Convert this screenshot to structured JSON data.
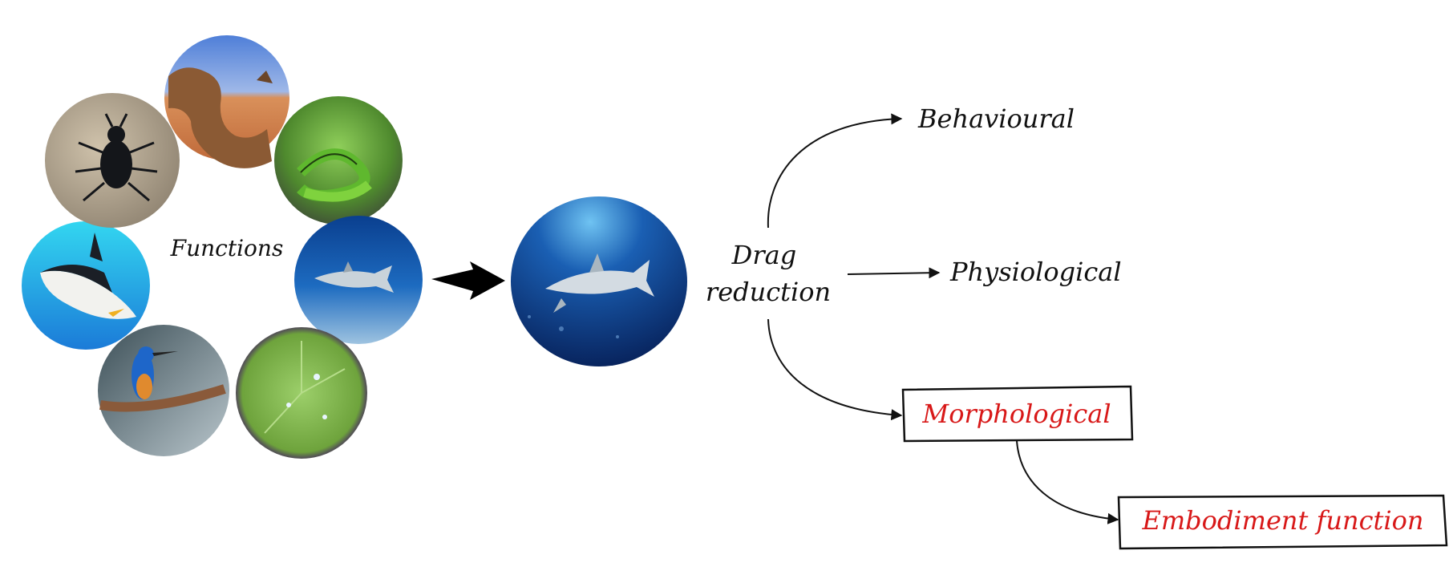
{
  "functions_label": "Functions",
  "center_image": {
    "icon": "shark-icon",
    "subject": "shark"
  },
  "organisms": [
    {
      "name": "camel",
      "icon": "camel-icon"
    },
    {
      "name": "snake",
      "icon": "snake-icon"
    },
    {
      "name": "shark",
      "icon": "shark-icon"
    },
    {
      "name": "lotus-leaf",
      "icon": "lotus-leaf-icon"
    },
    {
      "name": "kingfisher",
      "icon": "kingfisher-icon"
    },
    {
      "name": "penguin",
      "icon": "penguin-icon"
    },
    {
      "name": "beetle",
      "icon": "beetle-icon"
    }
  ],
  "drag_reduction": {
    "line1": "Drag",
    "line2": "reduction"
  },
  "branches": {
    "behavioural": "Behavioural",
    "physiological": "Physiological",
    "morphological": "Morphological"
  },
  "embodiment": "Embodiment function",
  "colors": {
    "highlight": "#d81818",
    "ink": "#111111",
    "ocean": "#0b3f88"
  }
}
